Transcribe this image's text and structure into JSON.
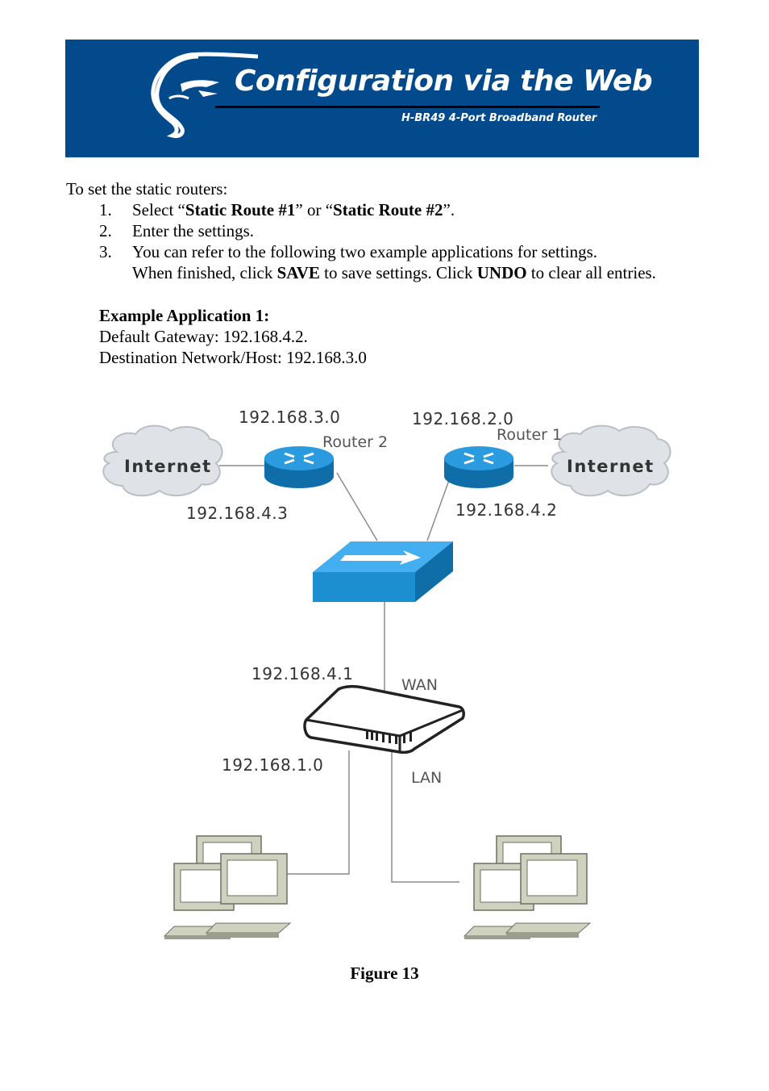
{
  "header": {
    "title": "Configuration via the Web",
    "subtitle": "H-BR49 4-Port Broadband Router"
  },
  "intro": "To set the static routers:",
  "steps": [
    {
      "num": "1.",
      "before": "Select “",
      "bold1": "Static Route #1",
      "middle": "” or “",
      "bold2": "Static Route #2",
      "after": "”."
    },
    {
      "num": "2.",
      "text": "Enter the settings."
    },
    {
      "num": "3.",
      "line1": "You can refer to the following two example applications for settings.",
      "part1": "When finished, click ",
      "save": "SAVE",
      "part2": " to save settings.  Click ",
      "undo": "UNDO",
      "part3": " to clear all entries."
    }
  ],
  "example": {
    "heading": "Example Application 1:",
    "gateway": "Default Gateway: 192.168.4.2.",
    "destination": "Destination Network/Host: 192.168.3.0"
  },
  "diagram": {
    "cloud_left": "Internet",
    "cloud_right": "Internet",
    "net_r2_top": "192.168.3.0",
    "router2": "Router 2",
    "net_r1_top": "192.168.2.0",
    "router1": "Router 1",
    "ip_r2": "192.168.4.3",
    "ip_r1": "192.168.4.2",
    "ip_wan": "192.168.4.1",
    "wan": "WAN",
    "net_lan": "192.168.1.0",
    "lan": "LAN"
  },
  "caption": "Figure 13",
  "colors": {
    "banner": "#034a8c",
    "router": "#1d8fd3",
    "switch": "#1b8fd0",
    "cloud": "#dfe3e8",
    "computer": "#d0d2c0"
  }
}
